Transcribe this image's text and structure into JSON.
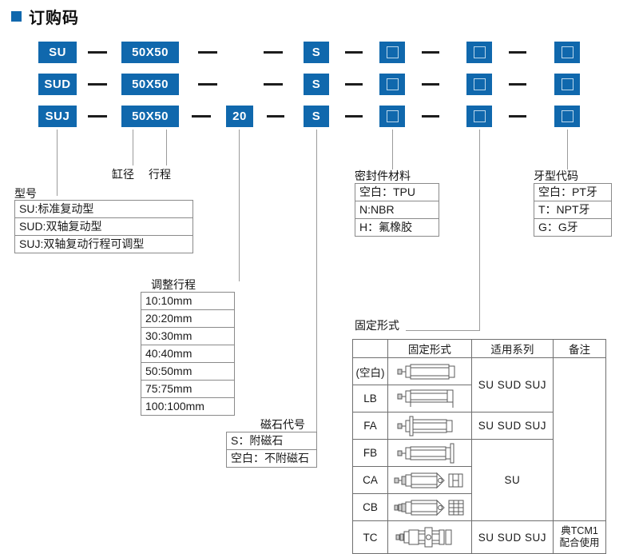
{
  "title": {
    "text": "订购码",
    "bullet_color": "#1068ad"
  },
  "accent_color": "#1068ad",
  "code_rows": [
    {
      "model": "SU",
      "bore": "50X50",
      "adjust": "",
      "magnet": "S"
    },
    {
      "model": "SUD",
      "bore": "50X50",
      "adjust": "",
      "magnet": "S"
    },
    {
      "model": "SUJ",
      "bore": "50X50",
      "adjust": "20",
      "magnet": "S"
    }
  ],
  "captions": {
    "model": "型号",
    "bore": "缸径",
    "stroke": "行程",
    "adjust_stroke": "调整行程",
    "magnet": "磁石代号",
    "seal_material": "密封件材料",
    "mounting": "固定形式",
    "thread": "牙型代码"
  },
  "model_options": [
    "SU:标准复动型",
    "SUD:双轴复动型",
    "SUJ:双轴复动行程可调型"
  ],
  "adjust_stroke_options": [
    "10:10mm",
    "20:20mm",
    "30:30mm",
    "40:40mm",
    "50:50mm",
    "75:75mm",
    "100:100mm"
  ],
  "magnet_options": [
    "S：附磁石",
    "空白：不附磁石"
  ],
  "seal_options": [
    "空白：TPU",
    "N:NBR",
    "H：氟橡胶"
  ],
  "thread_options": [
    "空白：PT牙",
    "T：NPT牙",
    "G：G牙"
  ],
  "mounting_table": {
    "headers": [
      "",
      "固定形式",
      "适用系列",
      "备注"
    ],
    "rows": [
      {
        "code": "(空白)",
        "icon": "cylinder-basic",
        "series": "SU SUD SUJ",
        "series_rowspan": 2,
        "remark": "",
        "remark_rowspan": 6
      },
      {
        "code": "LB",
        "icon": "cylinder-lb",
        "series": "",
        "remark": ""
      },
      {
        "code": "FA",
        "icon": "cylinder-fa",
        "series": "SU SUD SUJ",
        "series_rowspan": 1,
        "remark": ""
      },
      {
        "code": "FB",
        "icon": "cylinder-fb",
        "series": "SU",
        "series_rowspan": 3,
        "remark": ""
      },
      {
        "code": "CA",
        "icon": "cylinder-ca",
        "series": "",
        "remark": ""
      },
      {
        "code": "CB",
        "icon": "cylinder-cb",
        "series": "",
        "remark": ""
      },
      {
        "code": "TC",
        "icon": "cylinder-tc",
        "series": "SU  SUD  SUJ",
        "series_rowspan": 1,
        "remark_line1": "典TCM1",
        "remark_line2": "配合使用"
      }
    ]
  }
}
